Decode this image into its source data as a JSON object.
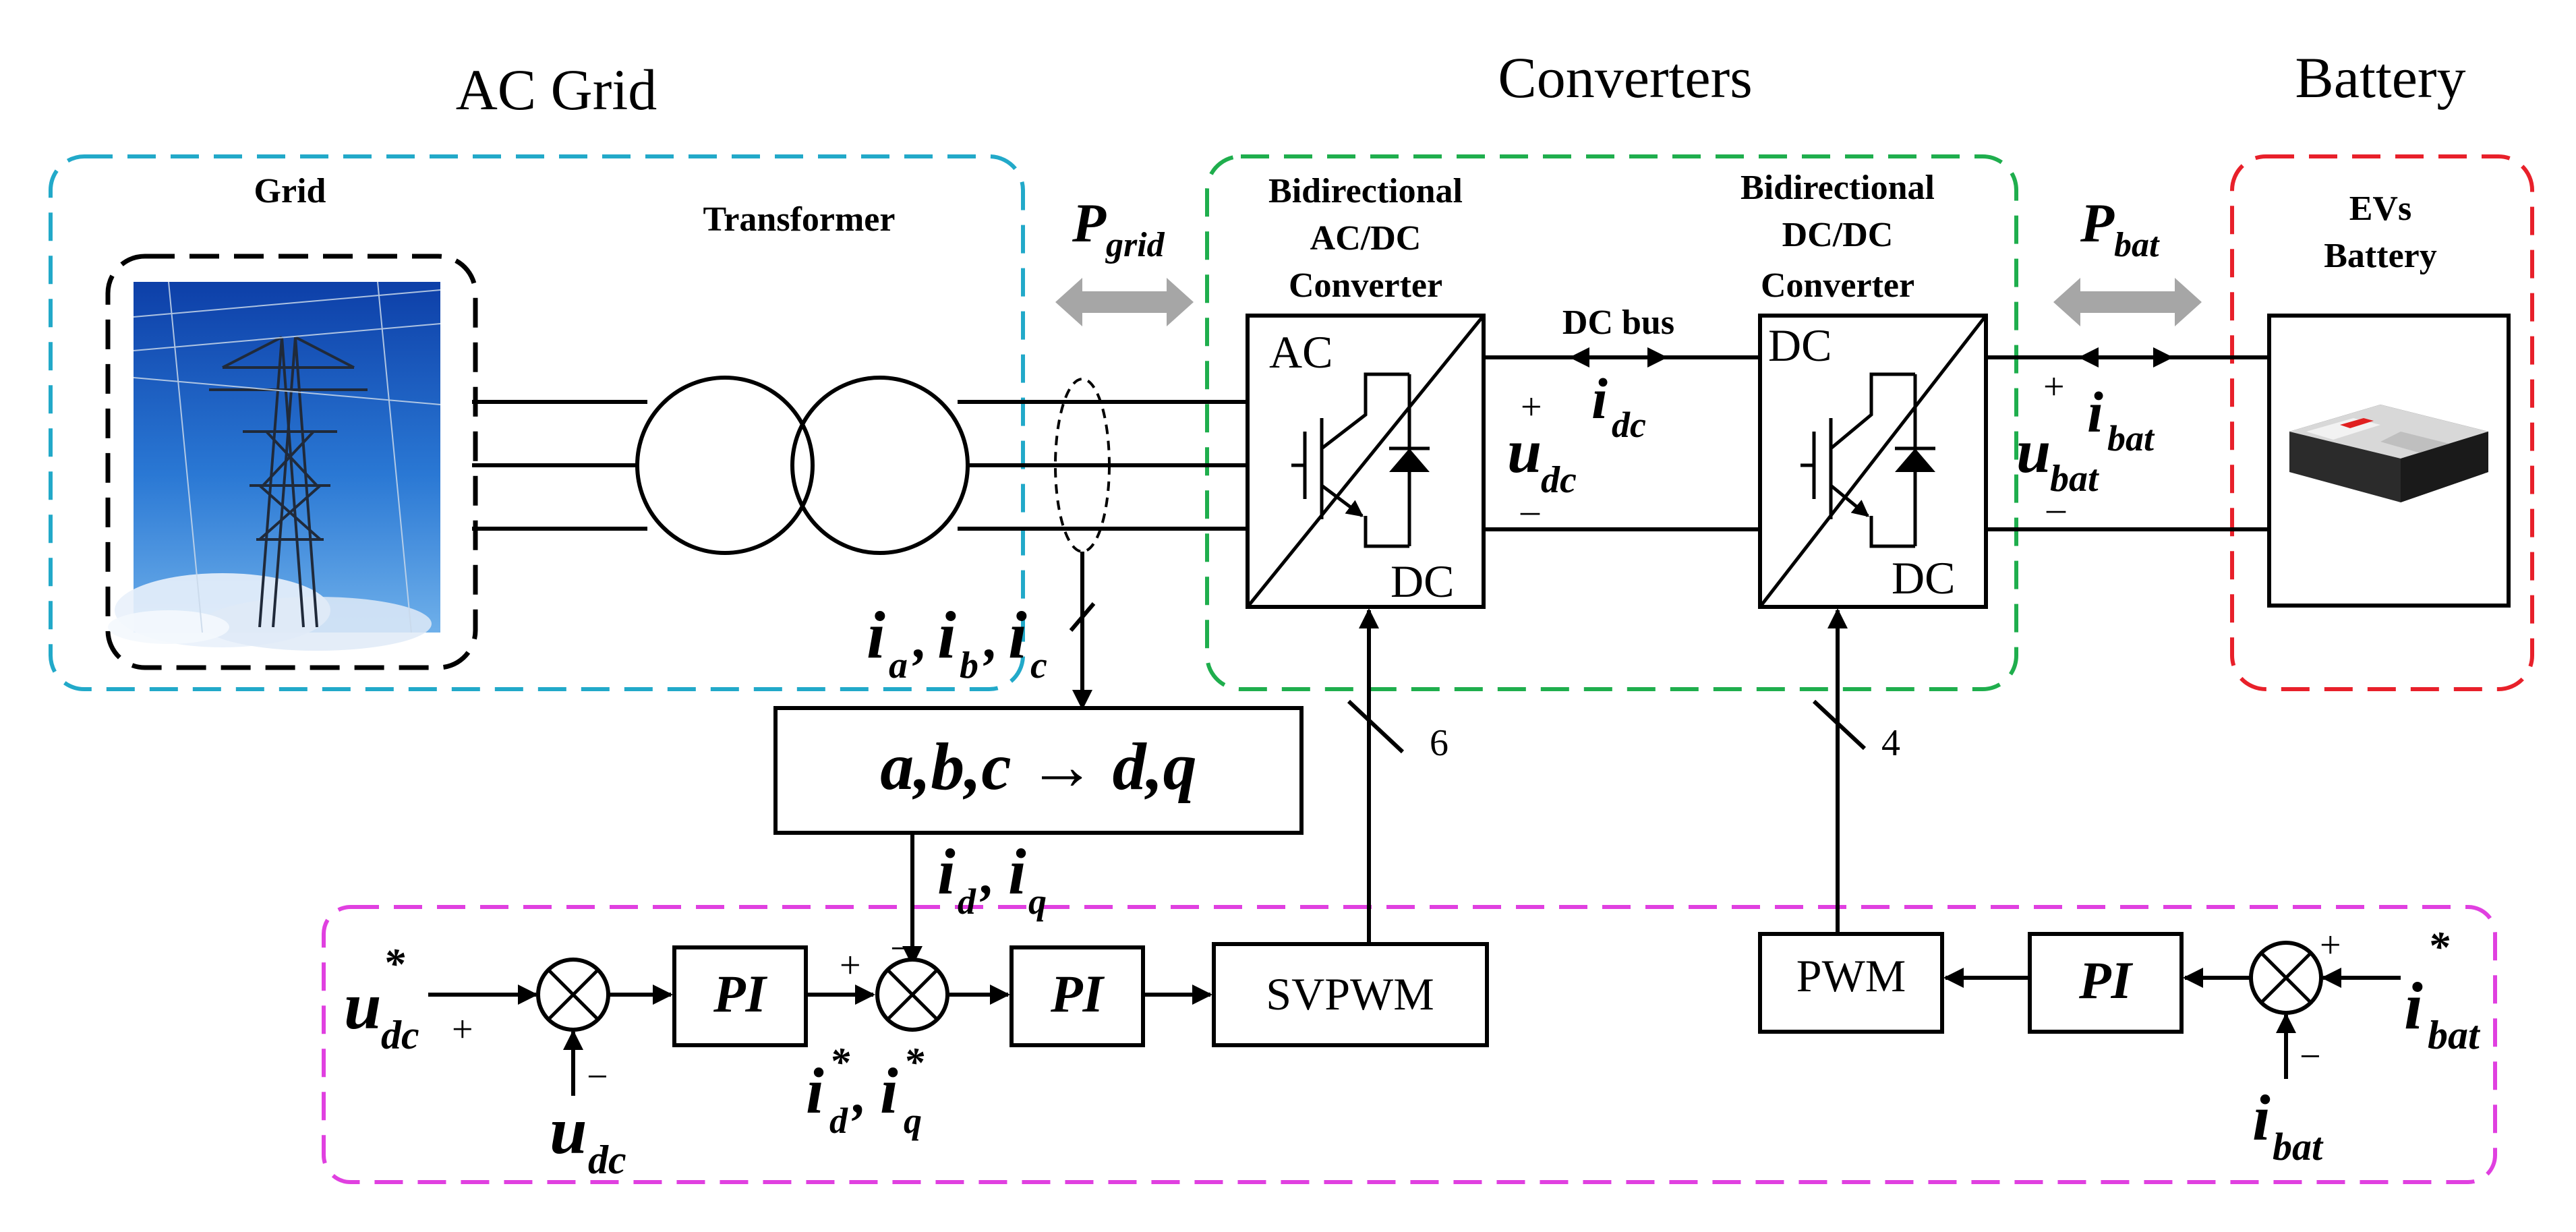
{
  "titles": {
    "ac_grid": "AC Grid",
    "converters": "Converters",
    "battery": "Battery"
  },
  "labels": {
    "grid": "Grid",
    "transformer": "Transformer",
    "acdc_line1": "Bidirectional",
    "acdc_line2": "AC/DC",
    "acdc_line3": "Converter",
    "dcdc_line1": "Bidirectional",
    "dcdc_line2": "DC/DC",
    "dcdc_line3": "Converter",
    "evs_line1": "EVs",
    "evs_line2": "Battery",
    "dc_bus": "DC bus",
    "acdc_ac": "AC",
    "acdc_dc": "DC",
    "dcdc_dc_top": "DC",
    "dcdc_dc_bottom": "DC",
    "six": "6",
    "four": "4"
  },
  "blocks": {
    "abc_dq": "a,b,c → d,q",
    "pi_1": "PI",
    "pi_2": "PI",
    "pi_3": "PI",
    "svpwm": "SVPWM",
    "pwm": "PWM"
  },
  "symbols": {
    "p_grid": {
      "main": "P",
      "sub": "grid"
    },
    "p_bat": {
      "main": "P",
      "sub": "bat"
    },
    "i_dc": {
      "main": "i",
      "sub": "dc"
    },
    "u_dc_bus": {
      "main": "u",
      "sub": "dc"
    },
    "i_bat_bus": {
      "main": "i",
      "sub": "bat"
    },
    "u_bat": {
      "main": "u",
      "sub": "bat"
    },
    "i_abc": {
      "a": "i",
      "a_sub": "a",
      "b": "i",
      "b_sub": "b",
      "c": "i",
      "c_sub": "c",
      "sep": ","
    },
    "i_dq": {
      "d": "i",
      "d_sub": "d",
      "q": "i",
      "q_sub": "q",
      "sep": ","
    },
    "u_dc_ref": {
      "main": "u",
      "sup": "*",
      "sub": "dc"
    },
    "u_dc_fb": {
      "main": "u",
      "sub": "dc"
    },
    "i_dq_ref": {
      "d": "i",
      "d_sup": "*",
      "d_sub": "d",
      "q": "i",
      "q_sup": "*",
      "q_sub": "q",
      "sep": ","
    },
    "i_bat_ref": {
      "main": "i",
      "sup": "*",
      "sub": "bat"
    },
    "i_bat_fb": {
      "main": "i",
      "sub": "bat"
    }
  },
  "signs": {
    "plus": "+",
    "minus": "−",
    "minus_short": "–"
  },
  "colors": {
    "ac_grid_border": "#22a9c9",
    "converters_border": "#1fae4d",
    "battery_border": "#e8202a",
    "control_border": "#e040e0",
    "grid_border": "#000000",
    "power_arrow": "#a6a6a6"
  }
}
